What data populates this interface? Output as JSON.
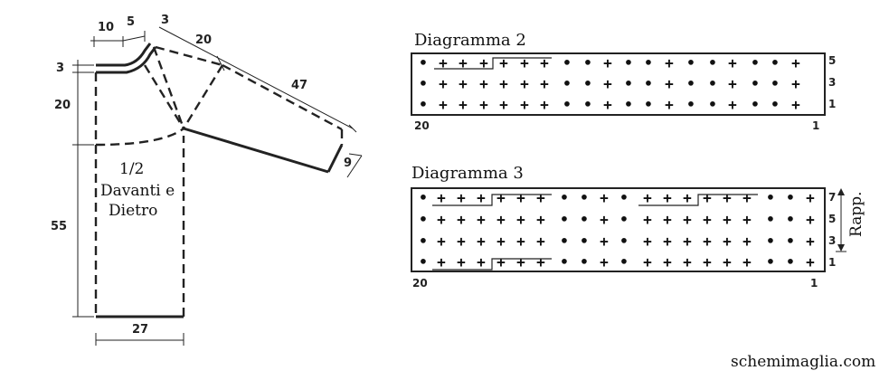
{
  "pattern": {
    "piece_label_line1": "1/2",
    "piece_label_line2": "Davanti e",
    "piece_label_line3": "Dietro",
    "dims": {
      "neck_width": "10",
      "neck_slope": "5",
      "shoulder_3": "3",
      "raglan": "20",
      "sleeve_len": "47",
      "cuff": "9",
      "left_3": "3",
      "armhole": "20",
      "body_len": "55",
      "hem_width": "27"
    }
  },
  "diagram2": {
    "title": "Diagramma 2",
    "left_num": "20",
    "right_num": "1",
    "rows": [
      "5",
      "3",
      "1"
    ]
  },
  "diagram3": {
    "title": "Diagramma 3",
    "left_num": "20",
    "right_num": "1",
    "rows": [
      "7",
      "5",
      "3",
      "1"
    ],
    "rapp_label": "Rapp."
  },
  "credit": "schemimaglia.com"
}
